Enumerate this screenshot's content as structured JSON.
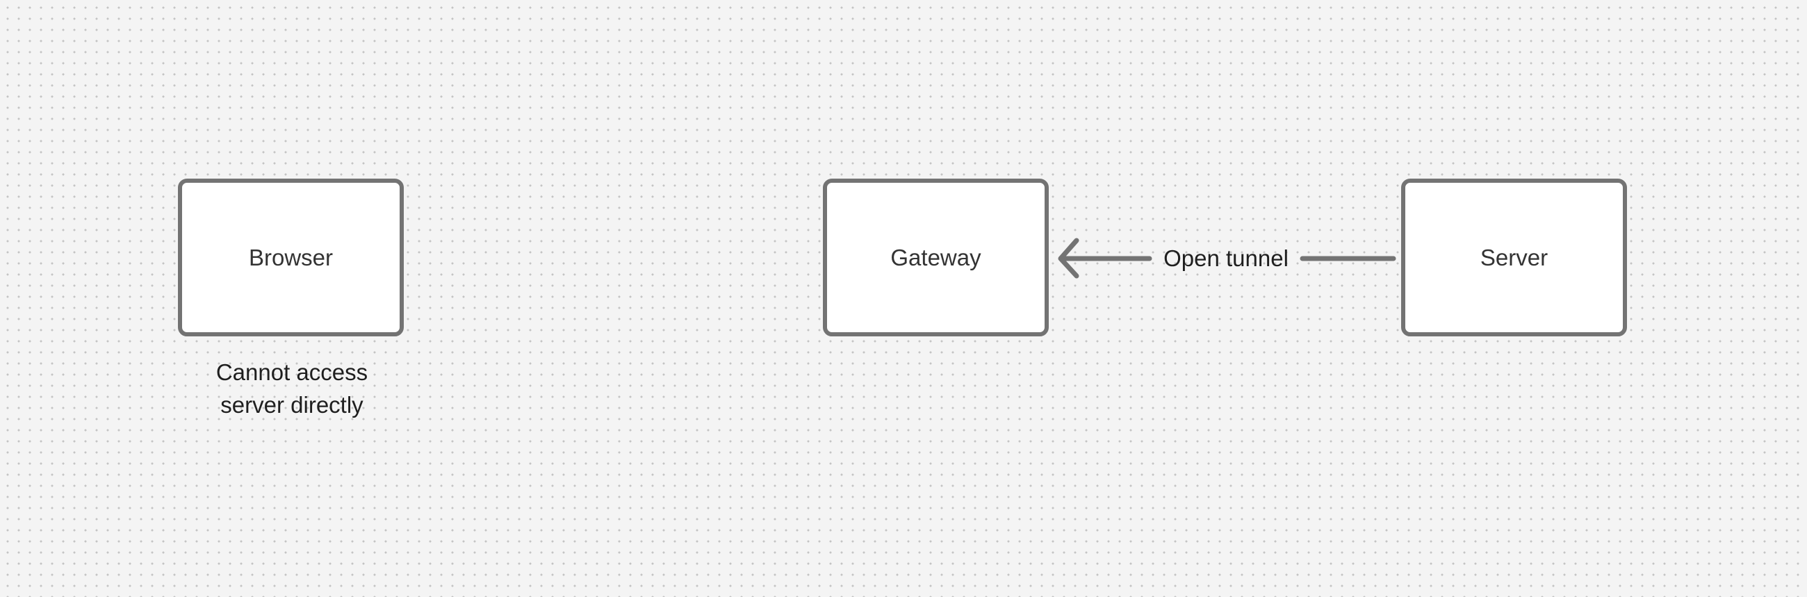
{
  "diagram": {
    "nodes": {
      "browser": {
        "label": "Browser"
      },
      "gateway": {
        "label": "Gateway"
      },
      "server": {
        "label": "Server"
      }
    },
    "browser_note": "Cannot access server directly",
    "edge": {
      "from": "Server",
      "to": "Gateway",
      "label": "Open tunnel",
      "arrow_head": "open-chevron"
    },
    "colors": {
      "background": "#f4f4f4",
      "dot_grid": "#c4c4c4",
      "node_border": "#737373",
      "node_fill": "#ffffff",
      "edge": "#737373",
      "text": "#333333"
    }
  }
}
